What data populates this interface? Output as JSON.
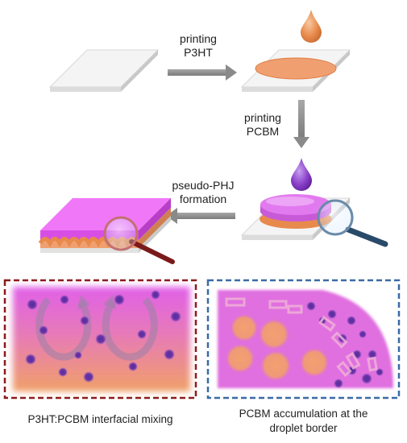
{
  "steps": {
    "step1_line1": "printing",
    "step1_line2": "P3HT",
    "step2_line1": "printing",
    "step2_line2": "PCBM",
    "step3_line1": "pseudo-PHJ",
    "step3_line2": "formation"
  },
  "captions": {
    "left": "P3HT:PCBM interfacial mixing",
    "right_line1": "PCBM accumulation at the",
    "right_line2": "droplet border"
  },
  "colors": {
    "p3ht": "#f0a070",
    "pcbm": "#e060e8",
    "pcbm_droplet": "#8a3fc8",
    "p3ht_droplet": "#e88a4c",
    "left_box_border": "#8b1a1a",
    "right_box_border": "#3a6aa6",
    "arrow": "#8c8c8c",
    "substrate": "#f2f2f2"
  }
}
